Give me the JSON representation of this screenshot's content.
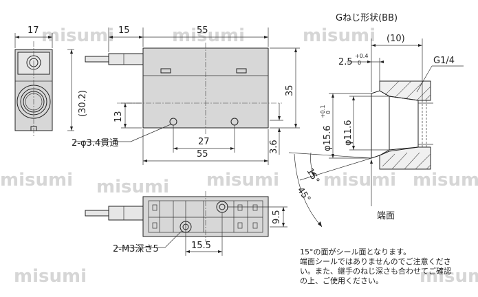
{
  "front_view": {
    "width_label": "17",
    "height_label": "(30.2)"
  },
  "side_view": {
    "cable_label": "15",
    "body_length_label": "55",
    "height_label": "35",
    "hole_height_label": "13",
    "hole_pitch_label": "27",
    "bottom_length_label": "55",
    "hole_offset_label": "3.6",
    "hole_callout": "2-φ3.4貫通"
  },
  "bottom_view": {
    "tap_offset_label": "9.5",
    "tap_pitch_label": "15.5",
    "tap_callout": "2-M3深さ5"
  },
  "port_detail": {
    "title": "Gねじ形状(BB)",
    "depth_label": "(10)",
    "chamfer_label": "2.5",
    "chamfer_tol_upper": "+0.4",
    "chamfer_tol_lower": "0",
    "thread_label": "G1/4",
    "seal_dia_label": "φ15.6",
    "seal_dia_tol_upper": "+0.1",
    "seal_dia_tol_lower": "0",
    "bore_dia_label": "φ11.6",
    "angle_15_label": "15°",
    "angle_45_label": "45°",
    "end_face_label": "端面"
  },
  "notes": [
    "15°の面がシール面となります。",
    "端面シールではありませんのでご注意くださ",
    "い。また、継手のねじ深さも合わせてご確認",
    "の上、ご使用ください。"
  ],
  "watermark": "misumi"
}
